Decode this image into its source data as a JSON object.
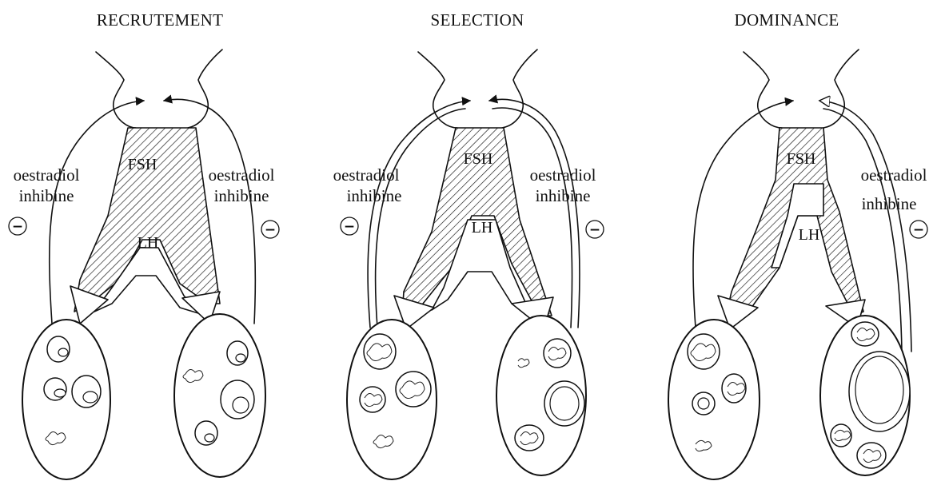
{
  "panels": [
    {
      "id": "recruitment",
      "title": "RECRUTEMENT",
      "hormones": {
        "fsh": "FSH",
        "lh": "LH"
      },
      "left_label": [
        "oestradiol",
        "inhibine"
      ],
      "right_label": [
        "oestradiol",
        "inhibine"
      ],
      "sign": "−"
    },
    {
      "id": "selection",
      "title": "SELECTION",
      "hormones": {
        "fsh": "FSH",
        "lh": "LH"
      },
      "left_label": [
        "oestradiol",
        "inhibine"
      ],
      "right_label": [
        "oestradiol",
        "inhibine"
      ],
      "sign": "−"
    },
    {
      "id": "dominance",
      "title": "DOMINANCE",
      "hormones": {
        "fsh": "FSH",
        "lh": "LH"
      },
      "left_label": [],
      "right_label": [
        "oestradiol",
        "inhibine"
      ],
      "sign": "−"
    }
  ],
  "colors": {
    "ink": "#111111",
    "background": "#ffffff"
  }
}
